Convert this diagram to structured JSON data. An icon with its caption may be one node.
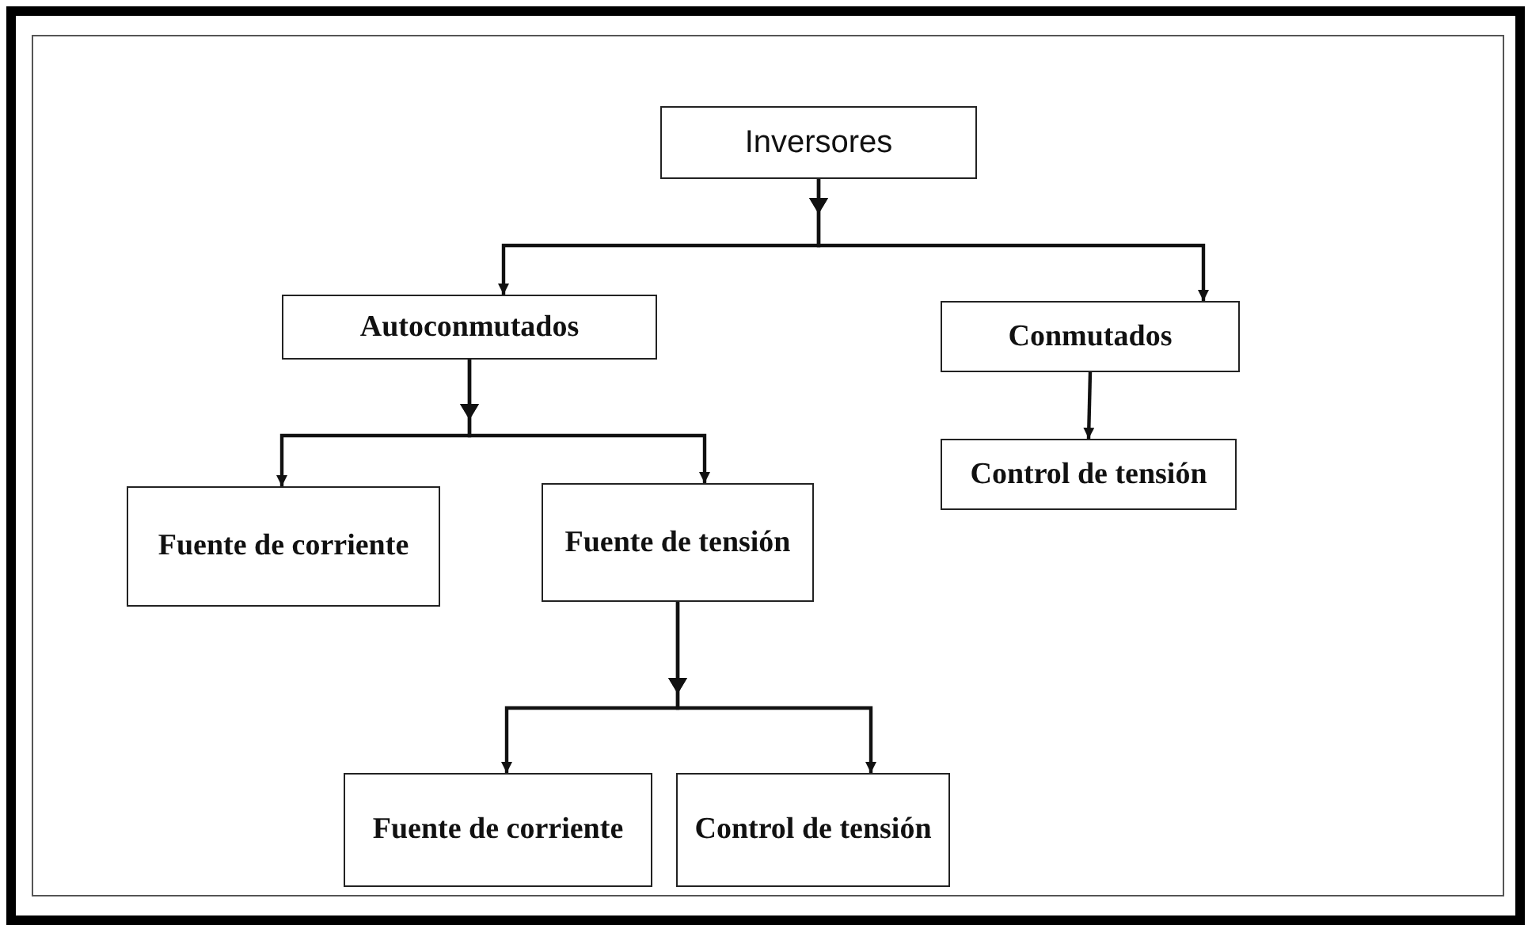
{
  "diagram": {
    "nodes": [
      {
        "text": [
          "Inversores"
        ]
      },
      {
        "text": [
          "Autoconmutados"
        ]
      },
      {
        "text": [
          "Conmutados"
        ]
      },
      {
        "text": [
          "Control de tensión"
        ]
      },
      {
        "text": [
          "Fuente de corriente"
        ]
      },
      {
        "text": [
          "Fuente de tensión"
        ]
      },
      {
        "text": [
          "Fuente de corriente"
        ]
      },
      {
        "text": [
          "Control de tensión"
        ]
      }
    ],
    "edges": [
      {
        "from": 0,
        "to": 1,
        "arrow": "to"
      },
      {
        "from": 0,
        "to": 2,
        "arrow": "to"
      },
      {
        "from": 2,
        "to": 3,
        "arrow": "to"
      },
      {
        "from": 1,
        "to": 4,
        "arrow": "to"
      },
      {
        "from": 1,
        "to": 5,
        "arrow": "to"
      },
      {
        "from": 5,
        "to": 6,
        "arrow": "to"
      },
      {
        "from": 5,
        "to": 7,
        "arrow": "to"
      }
    ]
  }
}
